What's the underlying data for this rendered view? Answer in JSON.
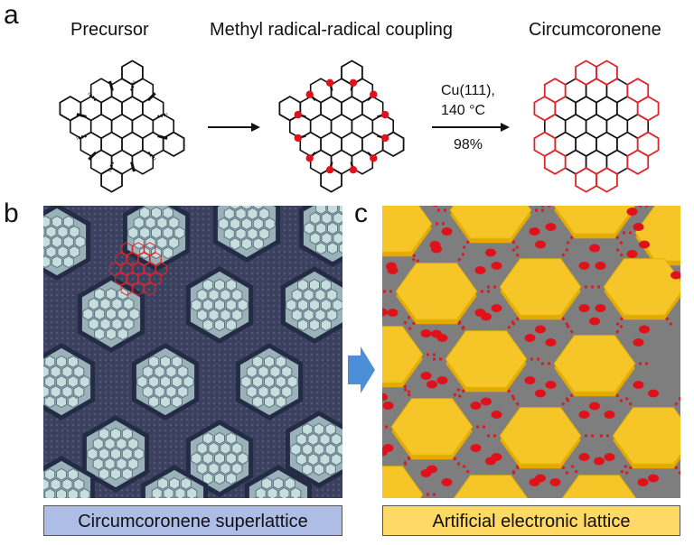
{
  "panel_a": {
    "letter": "a",
    "titles": {
      "precursor": "Precursor",
      "coupling": "Methyl radical-radical coupling",
      "product": "Circumcoronene"
    },
    "conditions": {
      "substrate": "Cu(111),",
      "temperature": "140 °C",
      "yield": "98%"
    }
  },
  "panel_b": {
    "letter": "b",
    "caption": "Circumcoronene superlattice",
    "caption_color": "#aebde6"
  },
  "panel_c": {
    "letter": "c",
    "caption": "Artificial electronic lattice",
    "caption_color": "#ffd966"
  },
  "colors": {
    "product_red": "#e0252a",
    "radical_red": "#e0111a",
    "stm_bg": "#3a3f5e",
    "stm_island": "#a9c2c4",
    "lattice_yellow": "#f5c220",
    "lattice_gray": "#7e7e7e",
    "arrow_blue": "#4d8fd6"
  }
}
